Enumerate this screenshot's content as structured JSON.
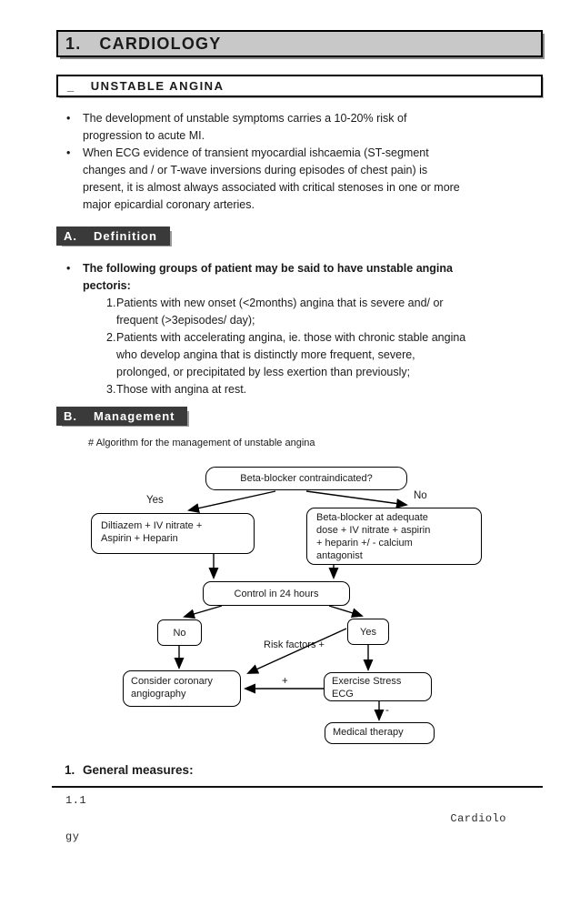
{
  "colors": {
    "header_fill": "#c8c8c8",
    "section_fill": "#3a3a3a"
  },
  "header": {
    "number": "1.",
    "title": "CARDIOLOGY"
  },
  "subheader": {
    "prefix": "_",
    "title": "UNSTABLE ANGINA"
  },
  "intro": {
    "bullet_char": "•",
    "bullets": [
      "The development of unstable symptoms carries a 10-20% risk of\nprogression to acute MI.",
      "When ECG evidence of transient myocardial ishcaemia (ST-segment\nchanges and / or T-wave inversions during episodes of chest pain) is\npresent, it is almost always associated with critical stenoses in one or more\nmajor epicardial coronary arteries."
    ]
  },
  "section_a": {
    "label": "A.",
    "title": "Definition",
    "lead": "The following groups of patient may be said to have unstable angina\npectoris:",
    "items": [
      {
        "num": "1.",
        "text": "Patients with new onset (<2months) angina that is severe and/ or\nfrequent (>3episodes/ day);"
      },
      {
        "num": "2.",
        "text": "Patients with accelerating angina, ie. those with chronic stable angina\nwho develop angina that is distinctly more frequent, severe,\nprolonged, or precipitated by less exertion than previously;"
      },
      {
        "num": "3.",
        "text": "Those with angina at rest."
      }
    ]
  },
  "section_b": {
    "label": "B.",
    "title": "Management",
    "caption": "# Algorithm for the management of unstable angina"
  },
  "flowchart": {
    "nodes": {
      "question": "Beta-blocker contraindicated?",
      "left_branch": "Diltiazem + IV nitrate +\nAspirin + Heparin",
      "right_branch": "Beta-blocker at adequate\ndose + IV nitrate + aspirin\n+ heparin +/ - calcium\nantagonist",
      "control": "Control in 24 hours",
      "no_control": "No",
      "yes_control": "Yes",
      "consider": "Consider coronary\nangiography",
      "exercise": "Exercise Stress\nECG",
      "medical": "Medical therapy"
    },
    "labels": {
      "yes_top": "Yes",
      "no_top": "No",
      "risk": "Risk factors +",
      "plus": "+",
      "minus": "-"
    }
  },
  "general": {
    "num": "1.",
    "title": "General measures:"
  },
  "footer": {
    "line1": "1.1",
    "line2": "Cardiolo",
    "line3": "gy"
  }
}
